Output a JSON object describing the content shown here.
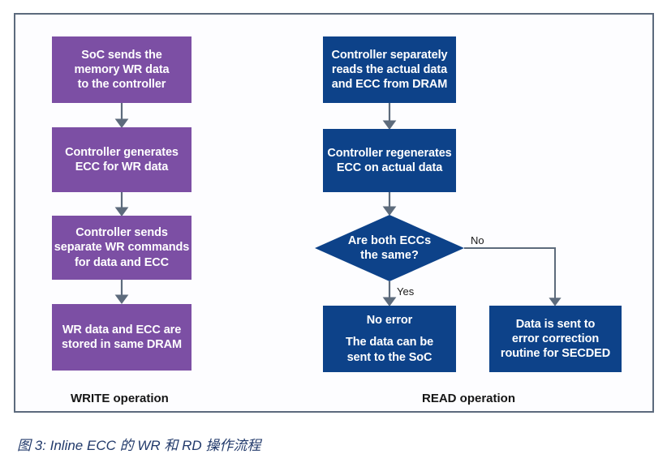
{
  "figure": {
    "caption": "图 3:  Inline ECC 的 WR 和 RD 操作流程",
    "frame_border_color": "#5c6a7d",
    "background_color": "#fdfdff"
  },
  "colors": {
    "write_node": "#7c4fa4",
    "read_node": "#0d4289",
    "connector": "#5d6b7c",
    "node_text": "#ffffff",
    "caption_text": "#223a6b"
  },
  "write_flow": {
    "section_label": "WRITE operation",
    "nodes": [
      {
        "name": "soc-sends-wr-data",
        "lines": [
          "SoC sends the",
          "memory WR data",
          "to the controller"
        ]
      },
      {
        "name": "controller-generates-ecc",
        "lines": [
          "Controller generates",
          "ECC for WR data"
        ]
      },
      {
        "name": "controller-sends-wr-commands",
        "lines": [
          "Controller sends",
          "separate WR commands",
          "for data and ECC"
        ]
      },
      {
        "name": "wr-data-ecc-stored",
        "lines": [
          "WR data and ECC are",
          "stored in same DRAM"
        ]
      }
    ]
  },
  "read_flow": {
    "section_label": "READ operation",
    "nodes": [
      {
        "name": "controller-reads-data-ecc",
        "lines": [
          "Controller separately",
          "reads the actual data",
          "and ECC from DRAM"
        ]
      },
      {
        "name": "controller-regenerates-ecc",
        "lines": [
          "Controller regenerates",
          "ECC on actual data"
        ]
      }
    ],
    "decision": {
      "name": "are-both-eccs-the-same",
      "lines": [
        "Are both ECCs",
        "the same?"
      ]
    },
    "branch_labels": {
      "yes": "Yes",
      "no": "No"
    },
    "outcomes": [
      {
        "name": "no-error-outcome",
        "lines": [
          "No error",
          "The data can be",
          "sent to the SoC"
        ]
      },
      {
        "name": "secded-outcome",
        "lines": [
          "Data is sent to",
          "error correction",
          "routine for SECDED"
        ]
      }
    ]
  }
}
